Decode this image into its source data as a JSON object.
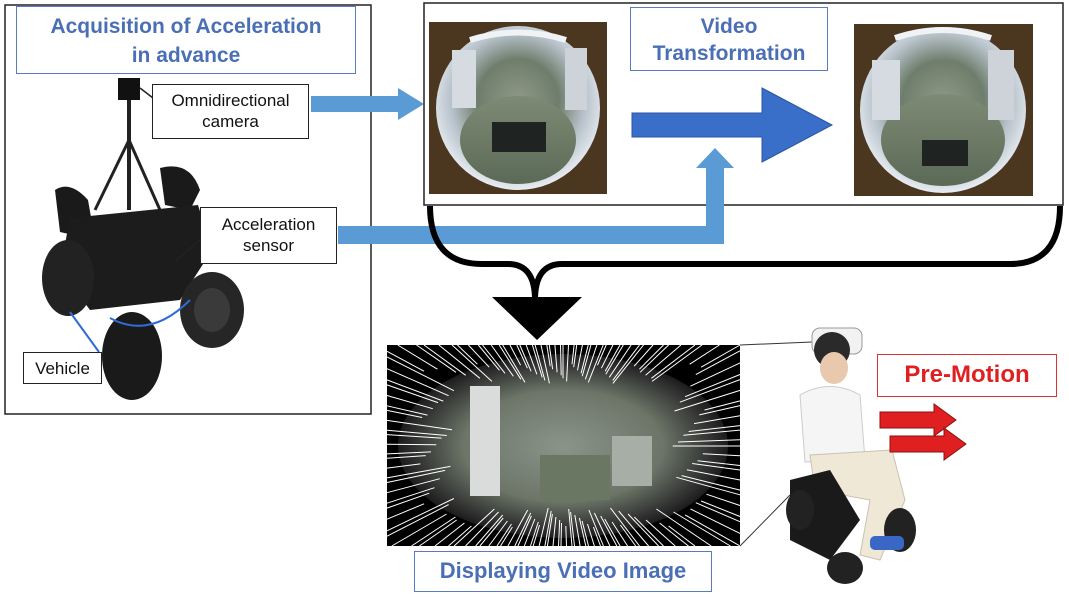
{
  "acquisition": {
    "title_line1": "Acquisition of Acceleration",
    "title_line2": "in advance",
    "camera_label_line1": "Omnidirectional",
    "camera_label_line2": "camera",
    "sensor_label_line1": "Acceleration",
    "sensor_label_line2": "sensor",
    "vehicle_label": "Vehicle"
  },
  "transformation": {
    "title_line1": "Video",
    "title_line2": "Transformation"
  },
  "display": {
    "title": "Displaying Video Image"
  },
  "premotion": {
    "label": "Pre-Motion"
  },
  "colors": {
    "title_text": "#4a6fb5",
    "arrow_blue": "#5b9bd5",
    "big_arrow_blue": "#3a6fc9",
    "premotion_red": "#e02020"
  }
}
